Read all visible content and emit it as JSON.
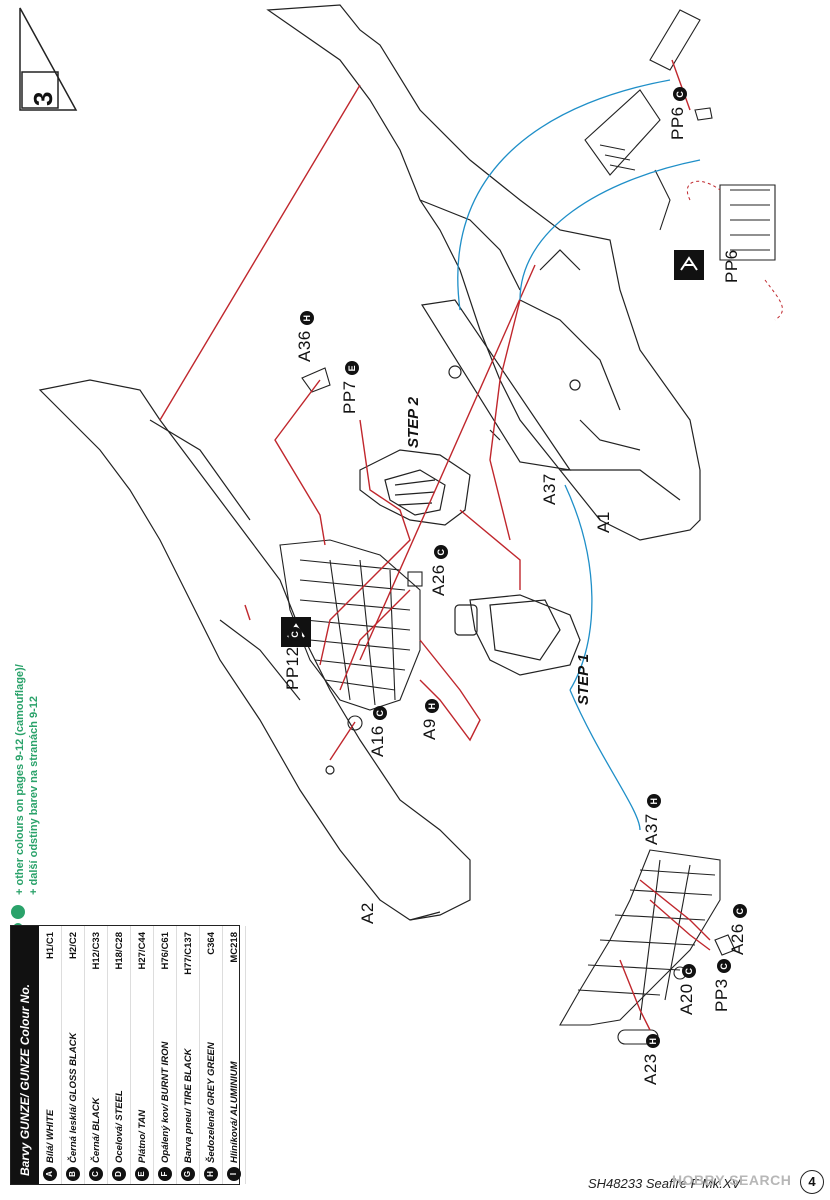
{
  "page": {
    "page_number": "4",
    "product_code": "SH48233",
    "product_name": "Seafire F Mk.XV",
    "watermark": "HOBBY SEARCH",
    "sheet_marker": "3"
  },
  "notes": {
    "line1": "+ other colours on pages 9-12 (camouflage)/",
    "line2": "+ další odstíny barev na stranách 9-12"
  },
  "steps": {
    "step1": "STEP 1",
    "step2": "STEP 2"
  },
  "parts": {
    "a1": "A1",
    "a2": "A2",
    "a9": "A9",
    "a16": "A16",
    "a20": "A20",
    "a23": "A23",
    "a26_top": "A26",
    "a26_bottom": "A26",
    "a36": "A36",
    "a37_top": "A37",
    "a37_bottom": "A37",
    "pp3": "PP3",
    "pp6_top": "PP6",
    "pp6_box": "PP6",
    "pp7": "PP7",
    "pp12": "PP12"
  },
  "color_callouts": {
    "a9": "H",
    "a16": "C",
    "a20": "C",
    "a23": "H",
    "a26_top": "C",
    "a26_bottom": "C",
    "a36": "H",
    "a37_bottom": "H",
    "pp3": "C",
    "pp6": "C",
    "pp7": "E",
    "pp12": "C"
  },
  "colour_table": {
    "header": "Barvy GUNZE/ GUNZE Colour No.",
    "rows": [
      {
        "letter": "A",
        "name": "Bílá/ WHITE",
        "code": "H1/C1"
      },
      {
        "letter": "B",
        "name": "Černá lesklá/ GLOSS BLACK",
        "code": "H2/C2"
      },
      {
        "letter": "C",
        "name": "Černá/ BLACK",
        "code": "H12/C33"
      },
      {
        "letter": "D",
        "name": "Ocelová/ STEEL",
        "code": "H18/C28"
      },
      {
        "letter": "E",
        "name": "Plátno/ TAN",
        "code": "H27/C44"
      },
      {
        "letter": "F",
        "name": "Opálený kov/ BURNT IRON",
        "code": "H76/C61"
      },
      {
        "letter": "G",
        "name": "Barva pneu/ TIRE BLACK",
        "code": "H77/C137"
      },
      {
        "letter": "H",
        "name": "Šedozelená/ GREY GREEN",
        "code": "C364"
      },
      {
        "letter": "I",
        "name": "Hliníková/ ALUMINIUM",
        "code": "MC218"
      }
    ]
  },
  "colors": {
    "guide_red": "#c0272d",
    "guide_blue": "#1f8fc8",
    "ink": "#111111"
  }
}
